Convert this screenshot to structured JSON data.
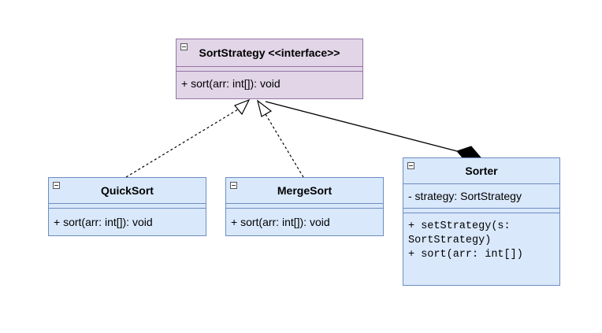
{
  "diagram": {
    "interface": {
      "title": "SortStrategy <<interface>>",
      "operation": "+ sort(arr: int[]): void"
    },
    "quicksort": {
      "title": "QuickSort",
      "operation": "+ sort(arr: int[]): void"
    },
    "mergesort": {
      "title": "MergeSort",
      "operation": "+ sort(arr: int[]): void"
    },
    "sorter": {
      "title": "Sorter",
      "attribute": "- strategy: SortStrategy",
      "operations": [
        "+ setStrategy(s:",
        "SortStrategy)",
        "+ sort(arr: int[])"
      ]
    },
    "colors": {
      "interface_fill": "#e1d5e7",
      "interface_stroke": "#9673a6",
      "class_fill": "#dae8fc",
      "class_stroke": "#6c8ebf"
    }
  }
}
